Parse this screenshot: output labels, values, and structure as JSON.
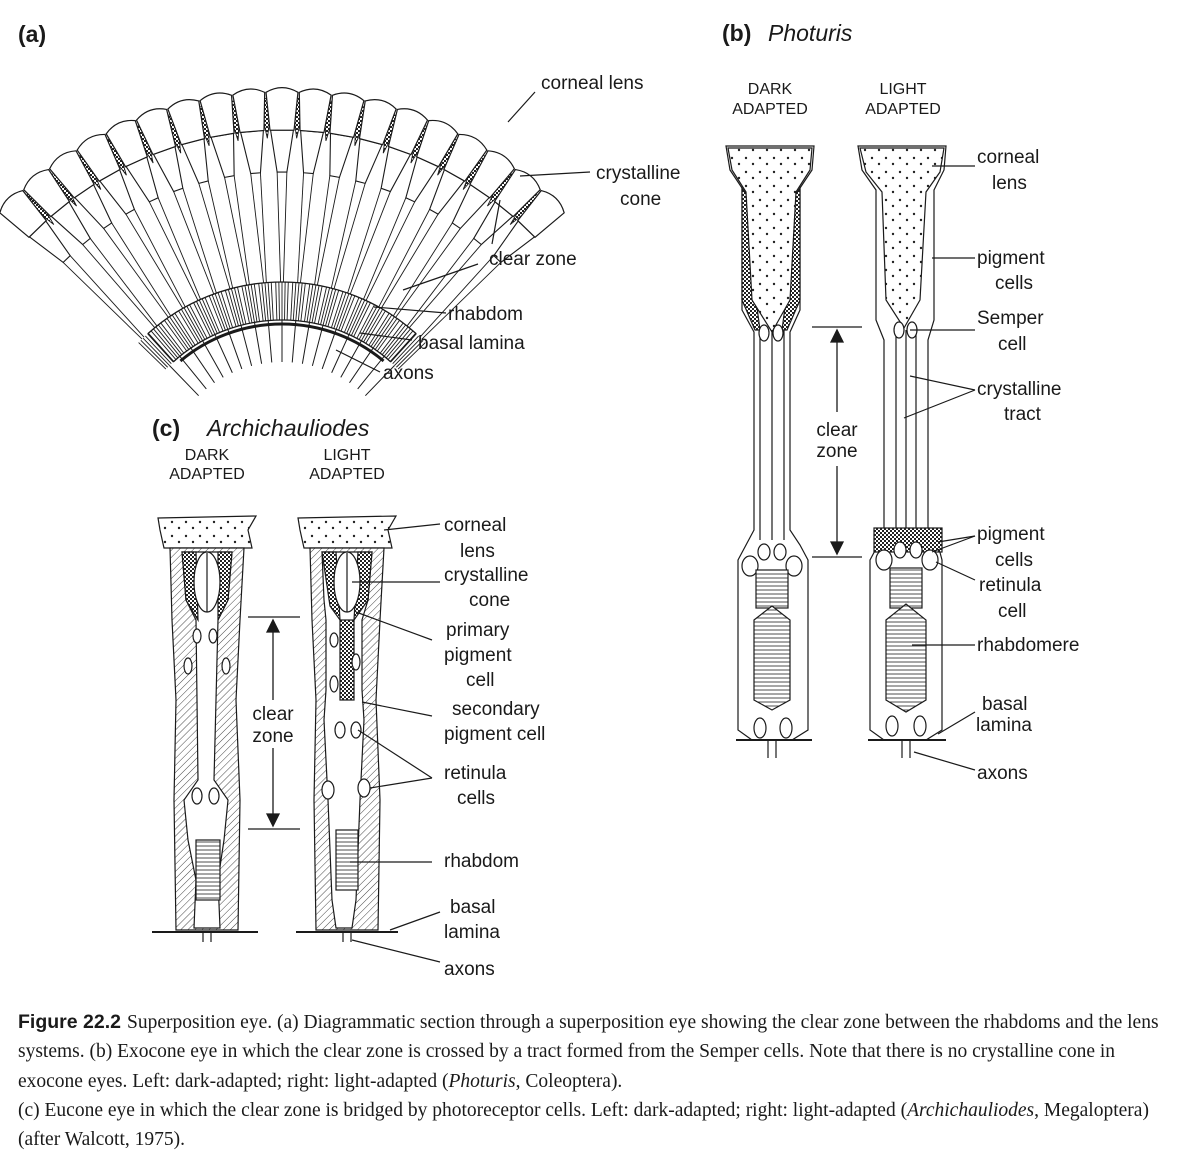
{
  "panel_a": {
    "letter": "(a)",
    "labels": {
      "corneal_lens": "corneal lens",
      "crystalline_cone_1": "crystalline",
      "crystalline_cone_2": "cone",
      "clear_zone": "clear zone",
      "rhabdom": "rhabdom",
      "basal_lamina": "basal lamina",
      "axons": "axons"
    }
  },
  "panel_b": {
    "letter": "(b)",
    "species": "Photuris",
    "dark_1": "DARK",
    "dark_2": "ADAPTED",
    "light_1": "LIGHT",
    "light_2": "ADAPTED",
    "labels": {
      "corneal_lens_1": "corneal",
      "corneal_lens_2": "lens",
      "pigment_cells_1": "pigment",
      "pigment_cells_2": "cells",
      "semper_1": "Semper",
      "semper_2": "cell",
      "crystalline_tract_1": "crystalline",
      "crystalline_tract_2": "tract",
      "clear_zone_1": "clear",
      "clear_zone_2": "zone",
      "pigment_cells2_1": "pigment",
      "pigment_cells2_2": "cells",
      "retinula_1": "retinula",
      "retinula_2": "cell",
      "rhabdomere": "rhabdomere",
      "basal_lamina_1": "basal",
      "basal_lamina_2": "lamina",
      "axons": "axons"
    }
  },
  "panel_c": {
    "letter": "(c)",
    "species": "Archichauliodes",
    "dark_1": "DARK",
    "dark_2": "ADAPTED",
    "light_1": "LIGHT",
    "light_2": "ADAPTED",
    "labels": {
      "corneal_lens_1": "corneal",
      "corneal_lens_2": "lens",
      "crystalline_cone_1": "crystalline",
      "crystalline_cone_2": "cone",
      "primary_1": "primary",
      "primary_2": "pigment",
      "primary_3": "cell",
      "secondary_1": "secondary",
      "secondary_2": "pigment cell",
      "retinula_1": "retinula",
      "retinula_2": "cells",
      "rhabdom": "rhabdom",
      "basal_lamina_1": "basal",
      "basal_lamina_2": "lamina",
      "axons": "axons",
      "clear_zone_1": "clear",
      "clear_zone_2": "zone"
    }
  },
  "caption": {
    "figure_label": "Figure 22.2",
    "p1": "Superposition eye. (a) Diagrammatic section through a superposition eye showing the clear zone between the rhabdoms and the lens systems. (b) Exocone eye in which the clear zone is crossed by a tract formed from the Semper cells. Note that there is no crystalline cone in exocone eyes. Left: dark-adapted; right: light-adapted (",
    "p1_ital": "Photuris",
    "p1_end": ", Coleoptera).",
    "p2": "(c) Eucone eye in which the clear zone is bridged by photoreceptor cells. Left: dark-adapted; right: light-adapted (",
    "p2_ital": "Archichauliodes",
    "p2_end": ", Megaloptera) (after Walcott, 1975)."
  }
}
